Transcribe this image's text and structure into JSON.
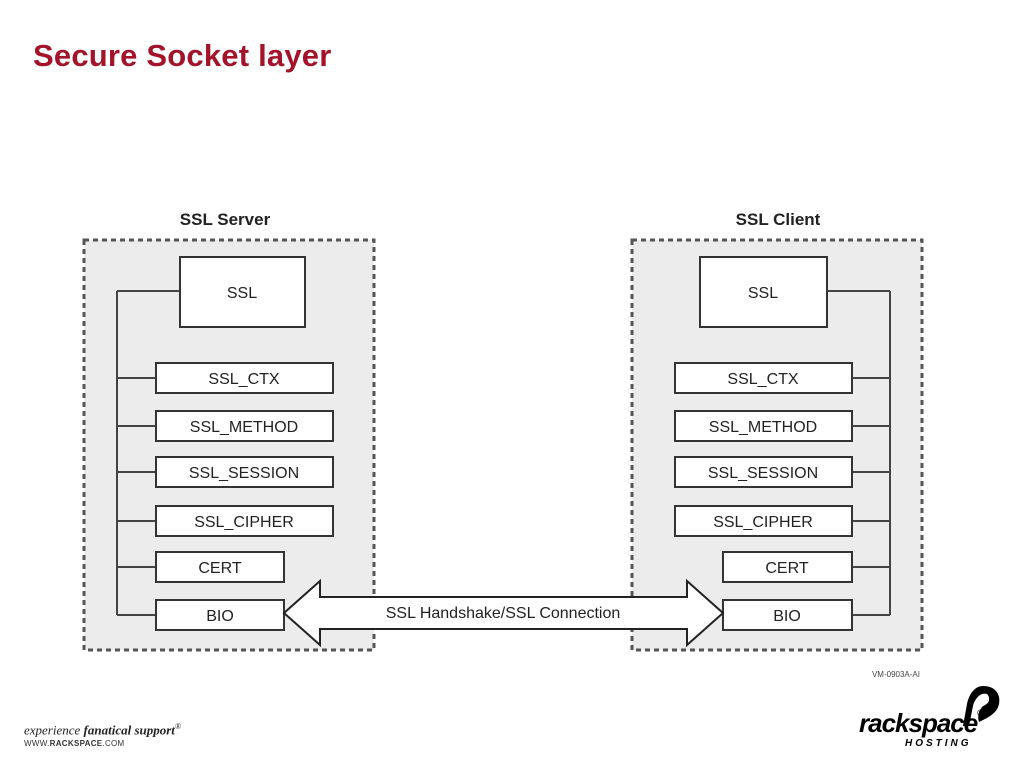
{
  "slide": {
    "title": "Secure Socket layer"
  },
  "diagram": {
    "server": {
      "title": "SSL Server",
      "top_box": "SSL",
      "components": [
        "SSL_CTX",
        "SSL_METHOD",
        "SSL_SESSION",
        "SSL_CIPHER",
        "CERT",
        "BIO"
      ]
    },
    "client": {
      "title": "SSL Client",
      "top_box": "SSL",
      "components": [
        "SSL_CTX",
        "SSL_METHOD",
        "SSL_SESSION",
        "SSL_CIPHER",
        "CERT",
        "BIO"
      ]
    },
    "connection_label": "SSL Handshake/SSL Connection",
    "figure_code": "VM-0903A-AI"
  },
  "footer": {
    "tagline_prefix": "experience",
    "tagline_emphasis": "fanatical support",
    "tagline_mark": "®",
    "url_prefix": "WWW.",
    "url_brand": "RACKSPACE",
    "url_suffix": ".COM"
  },
  "logo": {
    "wordmark": "rackspace",
    "registered": "®",
    "subtitle": "HOSTING"
  }
}
